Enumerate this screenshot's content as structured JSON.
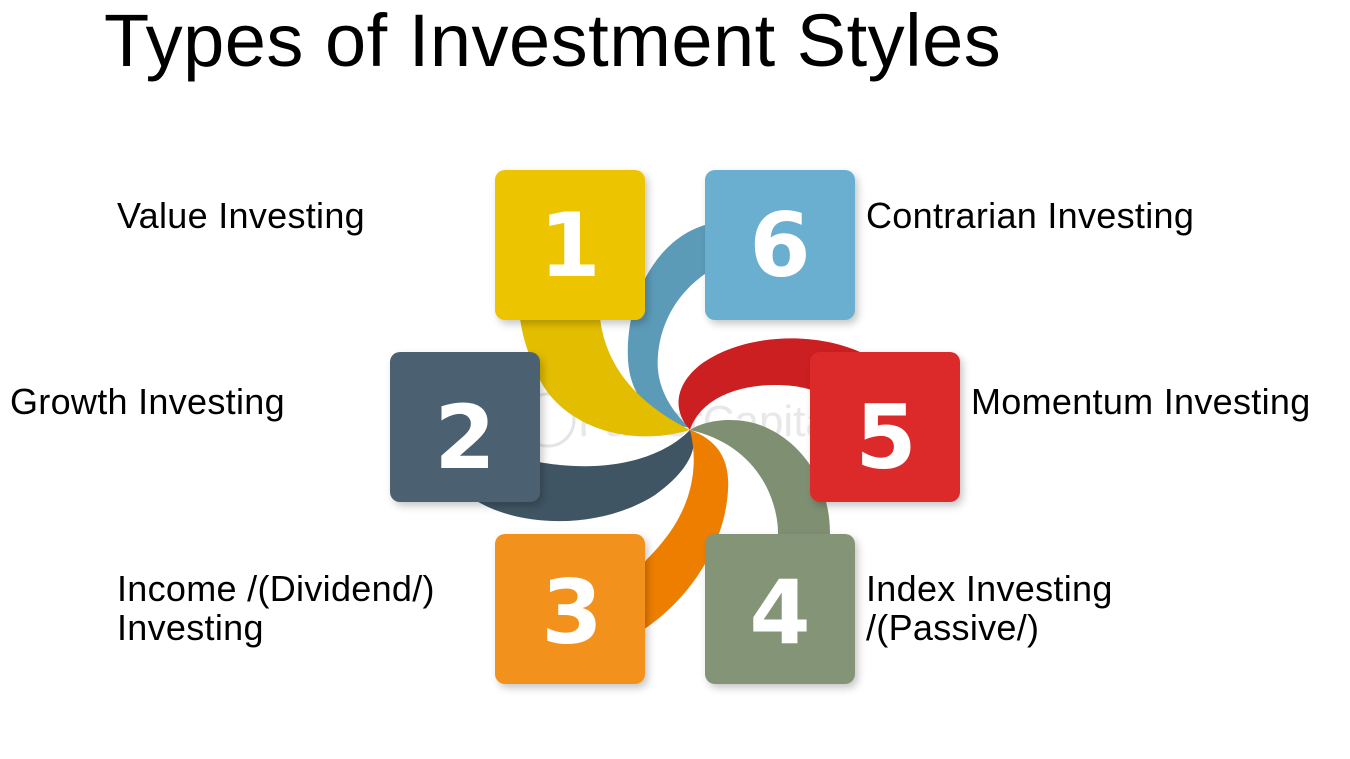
{
  "title": "Types of Investment Styles",
  "watermark": "FasterCapital",
  "items": [
    {
      "number": "1",
      "label": "Value Investing",
      "color": "#ECC400"
    },
    {
      "number": "2",
      "label": "Growth Investing",
      "color": "#4C6170"
    },
    {
      "number": "3",
      "label": "Income /(Dividend/)\nInvesting",
      "color": "#F2911F"
    },
    {
      "number": "4",
      "label": "Index Investing\n/(Passive/)",
      "color": "#849577"
    },
    {
      "number": "5",
      "label": "Momentum Investing",
      "color": "#DC2A2B"
    },
    {
      "number": "6",
      "label": "Contrarian Investing",
      "color": "#6AAFCF"
    }
  ]
}
